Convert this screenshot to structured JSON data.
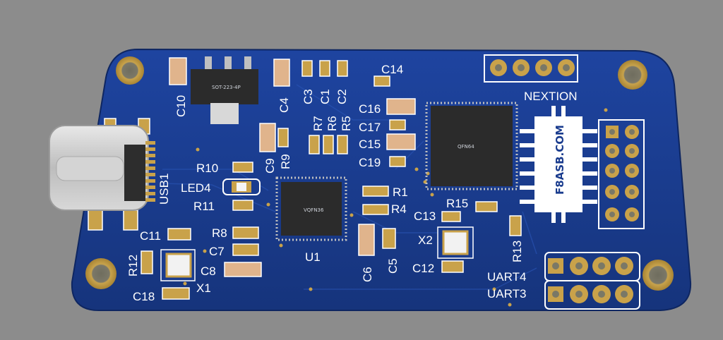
{
  "colors": {
    "background": "#8c8c8c",
    "board": "#1a3c8e",
    "silkscreen": "#ffffff",
    "pad": "#c9a24a",
    "chip": "#2b2b2b"
  },
  "labels": {
    "C10": "C10",
    "C4": "C4",
    "C3": "C3",
    "C1": "C1",
    "C2": "C2",
    "C14": "C14",
    "C16": "C16",
    "C17": "C17",
    "C15": "C15",
    "C19": "C19",
    "R7": "R7",
    "R6": "R6",
    "R5": "R5",
    "C9": "C9",
    "R9": "R9",
    "R10": "R10",
    "LED4": "LED4",
    "R11": "R11",
    "USB1": "USB1",
    "R1": "R1",
    "R4": "R4",
    "R15": "R15",
    "C13": "C13",
    "X2": "X2",
    "R13": "R13",
    "C11": "C11",
    "R8": "R8",
    "C7": "C7",
    "C8": "C8",
    "R12": "R12",
    "X1": "X1",
    "C18": "C18",
    "U1": "U1",
    "C6": "C6",
    "C5": "C5",
    "C12": "C12",
    "NEXTION": "NEXTION",
    "UART4": "UART4",
    "UART3": "UART3"
  },
  "chips": {
    "regulator": "SOT-223-4P",
    "mcu_small": "VQFN36",
    "mcu_large": "QFN64"
  },
  "logo": {
    "text": "F8ASB.COM"
  }
}
